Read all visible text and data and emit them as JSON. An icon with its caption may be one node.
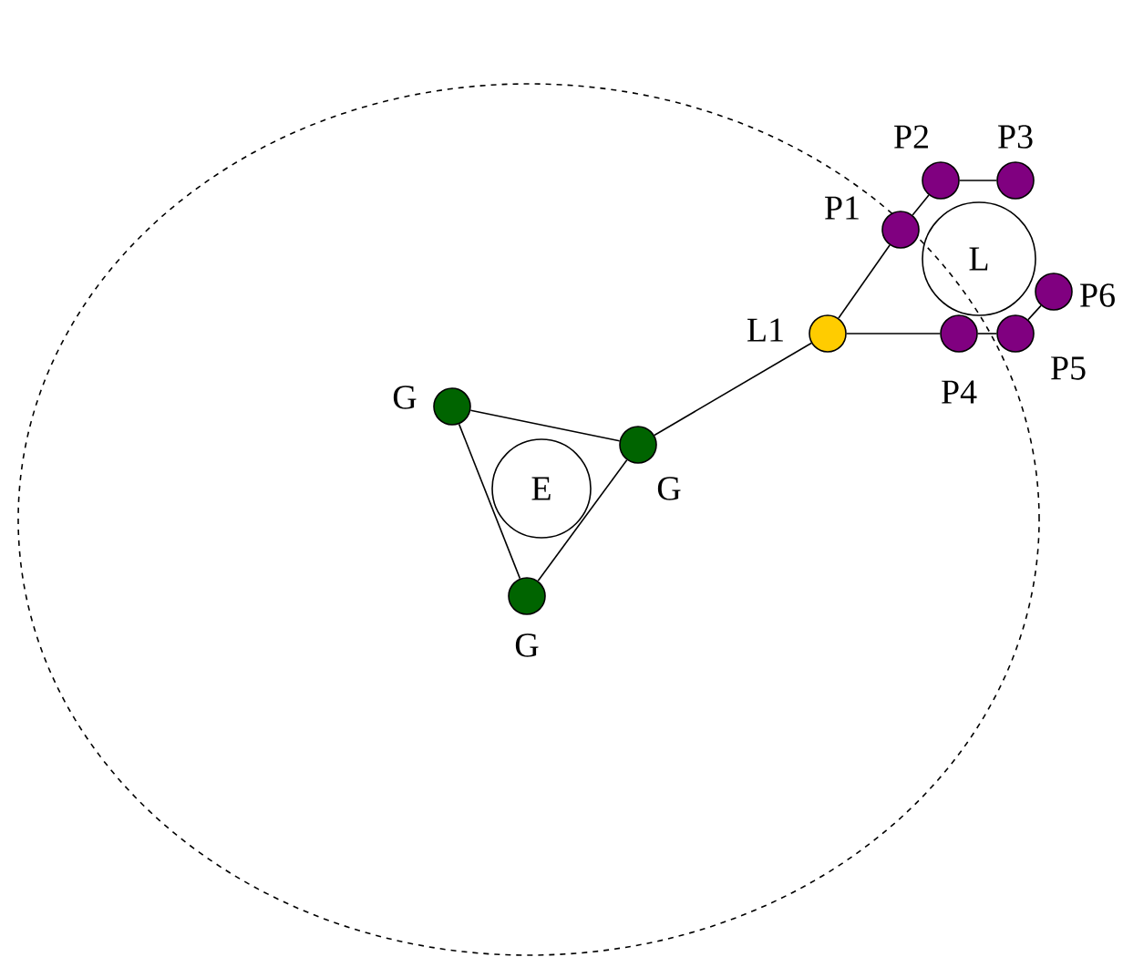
{
  "diagram": {
    "nodes": [
      {
        "text": [],
        "shape": "circle"
      },
      {
        "text": [],
        "shape": "circle",
        "beside": [
          "P2"
        ]
      },
      {
        "text": [],
        "shape": "circle",
        "beside": [
          "P3"
        ]
      },
      {
        "text": [],
        "shape": "circle",
        "beside": [
          "P1"
        ],
        "in": 0
      },
      {
        "text": [
          "L"
        ]
      },
      {
        "text": [],
        "shape": "circle",
        "beside": [
          "P6"
        ]
      },
      {
        "text": [],
        "shape": "circle",
        "beside": [
          "L1"
        ],
        "in": 0
      },
      {
        "text": [],
        "shape": "circle",
        "beside": [
          "P4"
        ],
        "in": 0
      },
      {
        "text": [],
        "shape": "circle",
        "beside": [
          "P5"
        ]
      },
      {
        "text": [],
        "shape": "circle",
        "beside": [
          "G"
        ],
        "in": 0
      },
      {
        "text": [],
        "shape": "circle",
        "beside": [
          "G"
        ],
        "in": 0
      },
      {
        "text": [
          "E"
        ],
        "in": 0
      },
      {
        "text": [],
        "shape": "circle",
        "beside": [
          "G"
        ],
        "in": 0
      }
    ],
    "edges": [
      {
        "from": 9,
        "to": 10,
        "arrow": "none"
      },
      {
        "from": 9,
        "to": 12,
        "arrow": "none"
      },
      {
        "from": 10,
        "to": 12,
        "arrow": "none"
      },
      {
        "from": 10,
        "to": 6,
        "arrow": "none"
      },
      {
        "from": 6,
        "to": 3,
        "arrow": "none"
      },
      {
        "from": 3,
        "to": 1,
        "arrow": "none"
      },
      {
        "from": 1,
        "to": 2,
        "arrow": "none"
      },
      {
        "from": 6,
        "to": 7,
        "arrow": "none"
      },
      {
        "from": 7,
        "to": 8,
        "arrow": "none"
      },
      {
        "from": 8,
        "to": 5,
        "arrow": "none"
      }
    ]
  }
}
